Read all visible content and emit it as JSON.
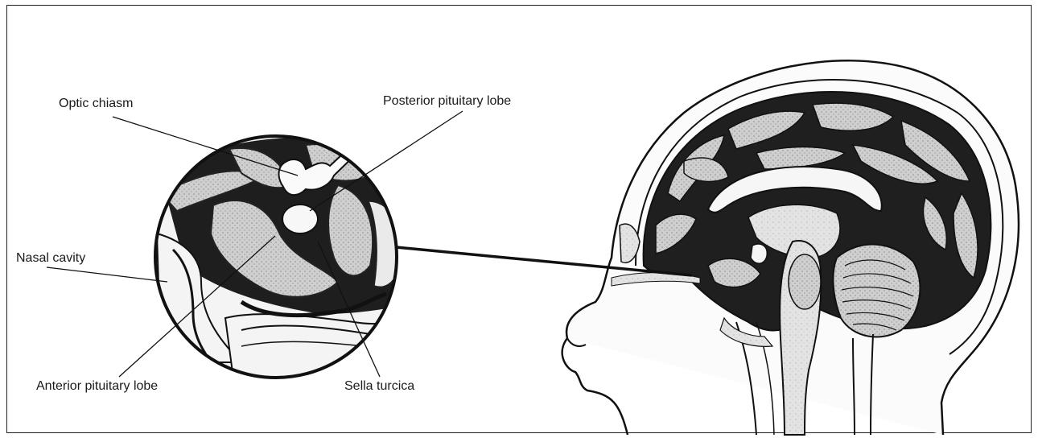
{
  "labels": {
    "optic_chiasm": "Optic chiasm",
    "posterior_pituitary_lobe": "Posterior pituitary lobe",
    "nasal_cavity": "Nasal cavity",
    "anterior_pituitary_lobe": "Anterior pituitary lobe",
    "sella_turcica": "Sella turcica"
  }
}
